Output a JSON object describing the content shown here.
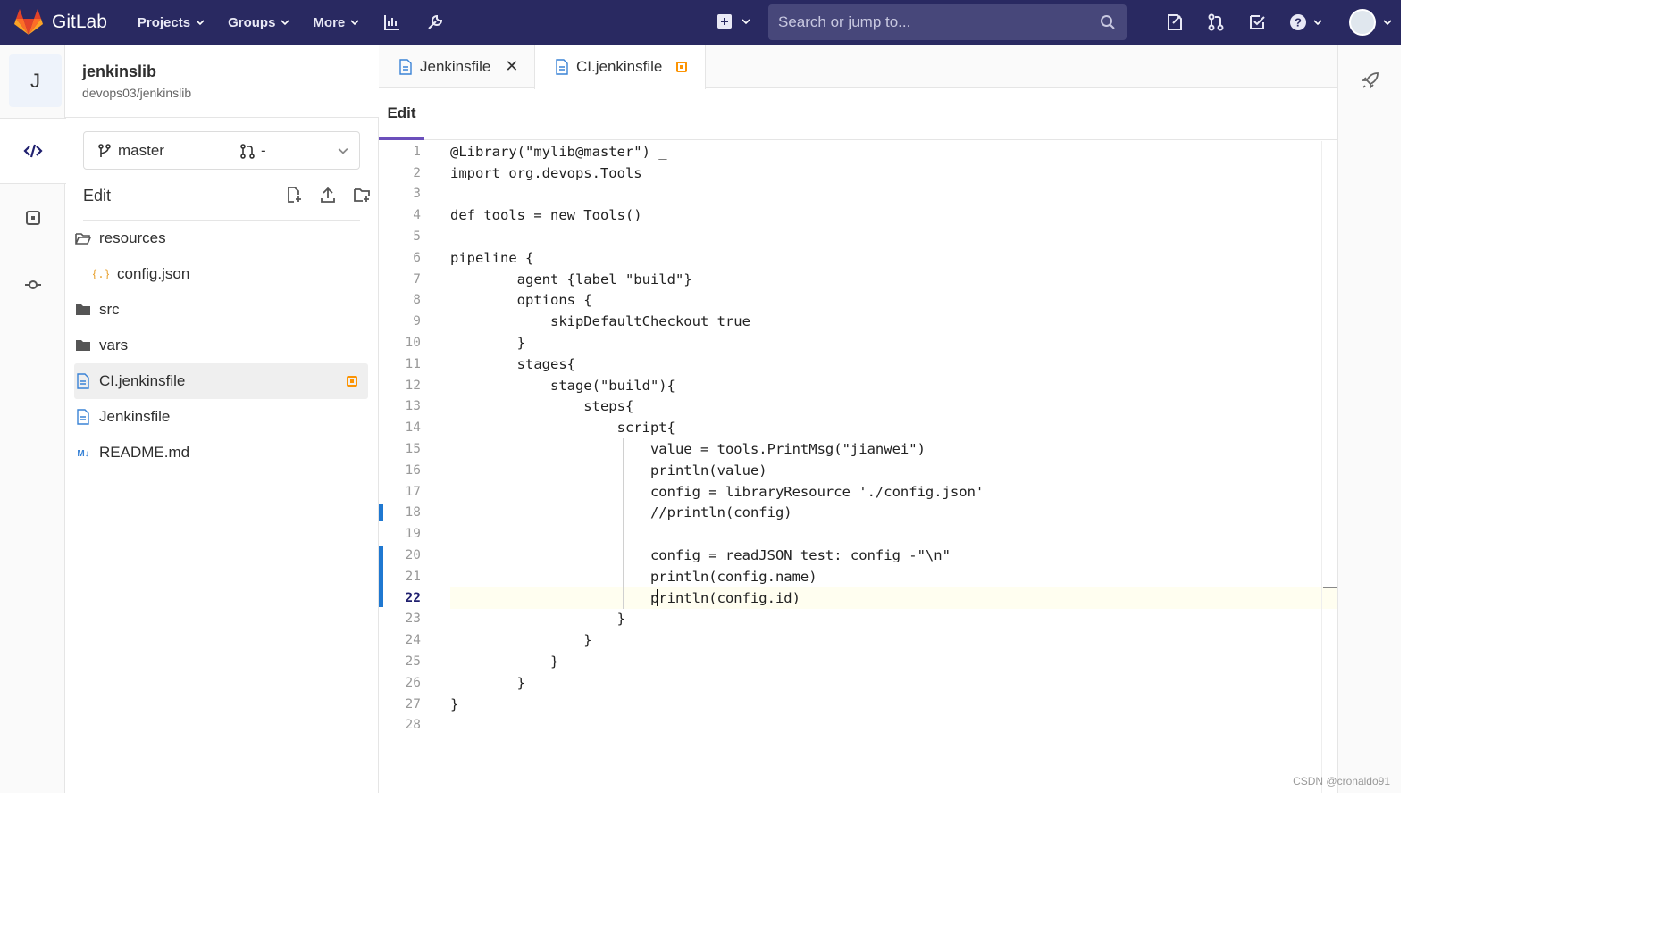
{
  "navbar": {
    "brand": "GitLab",
    "menu": [
      {
        "label": "Projects"
      },
      {
        "label": "Groups"
      },
      {
        "label": "More"
      }
    ],
    "search_placeholder": "Search or jump to..."
  },
  "project": {
    "avatar_letter": "J",
    "name": "jenkinslib",
    "path": "devops03/jenkinslib"
  },
  "branch": {
    "name": "master",
    "mr": "-"
  },
  "tree": {
    "edit_label": "Edit",
    "items": [
      {
        "label": "resources",
        "type": "folder-open"
      },
      {
        "label": "config.json",
        "type": "json"
      },
      {
        "label": "src",
        "type": "folder"
      },
      {
        "label": "vars",
        "type": "folder"
      },
      {
        "label": "CI.jenkinsfile",
        "type": "file",
        "selected": true,
        "modified": true
      },
      {
        "label": "Jenkinsfile",
        "type": "file"
      },
      {
        "label": "README.md",
        "type": "markdown"
      }
    ]
  },
  "tabs": [
    {
      "label": "Jenkinsfile",
      "state": "close"
    },
    {
      "label": "CI.jenkinsfile",
      "state": "modified",
      "active": true
    }
  ],
  "editor": {
    "mode_tab": "Edit",
    "current_line": 22,
    "lines": [
      "@Library(\"mylib@master\") _",
      "import org.devops.Tools",
      "",
      "def tools = new Tools()",
      "",
      "pipeline {",
      "        agent {label \"build\"}",
      "        options {",
      "            skipDefaultCheckout true",
      "        }",
      "        stages{",
      "            stage(\"build\"){",
      "                steps{",
      "                    script{",
      "                        value = tools.PrintMsg(\"jianwei\")",
      "                        println(value)",
      "                        config = libraryResource './config.json'",
      "                        //println(config)",
      "",
      "                        config = readJSON test: config -\"\\n\"",
      "                        println(config.name)",
      "                        println(config.id)",
      "                    }",
      "                }",
      "            }",
      "        }",
      "}",
      ""
    ]
  },
  "colors": {
    "navbar_bg": "#292961",
    "accent": "#6b4fbb",
    "change_marker": "#1f78d1",
    "modified": "#fc9403"
  },
  "watermark": "CSDN @cronaldo91"
}
